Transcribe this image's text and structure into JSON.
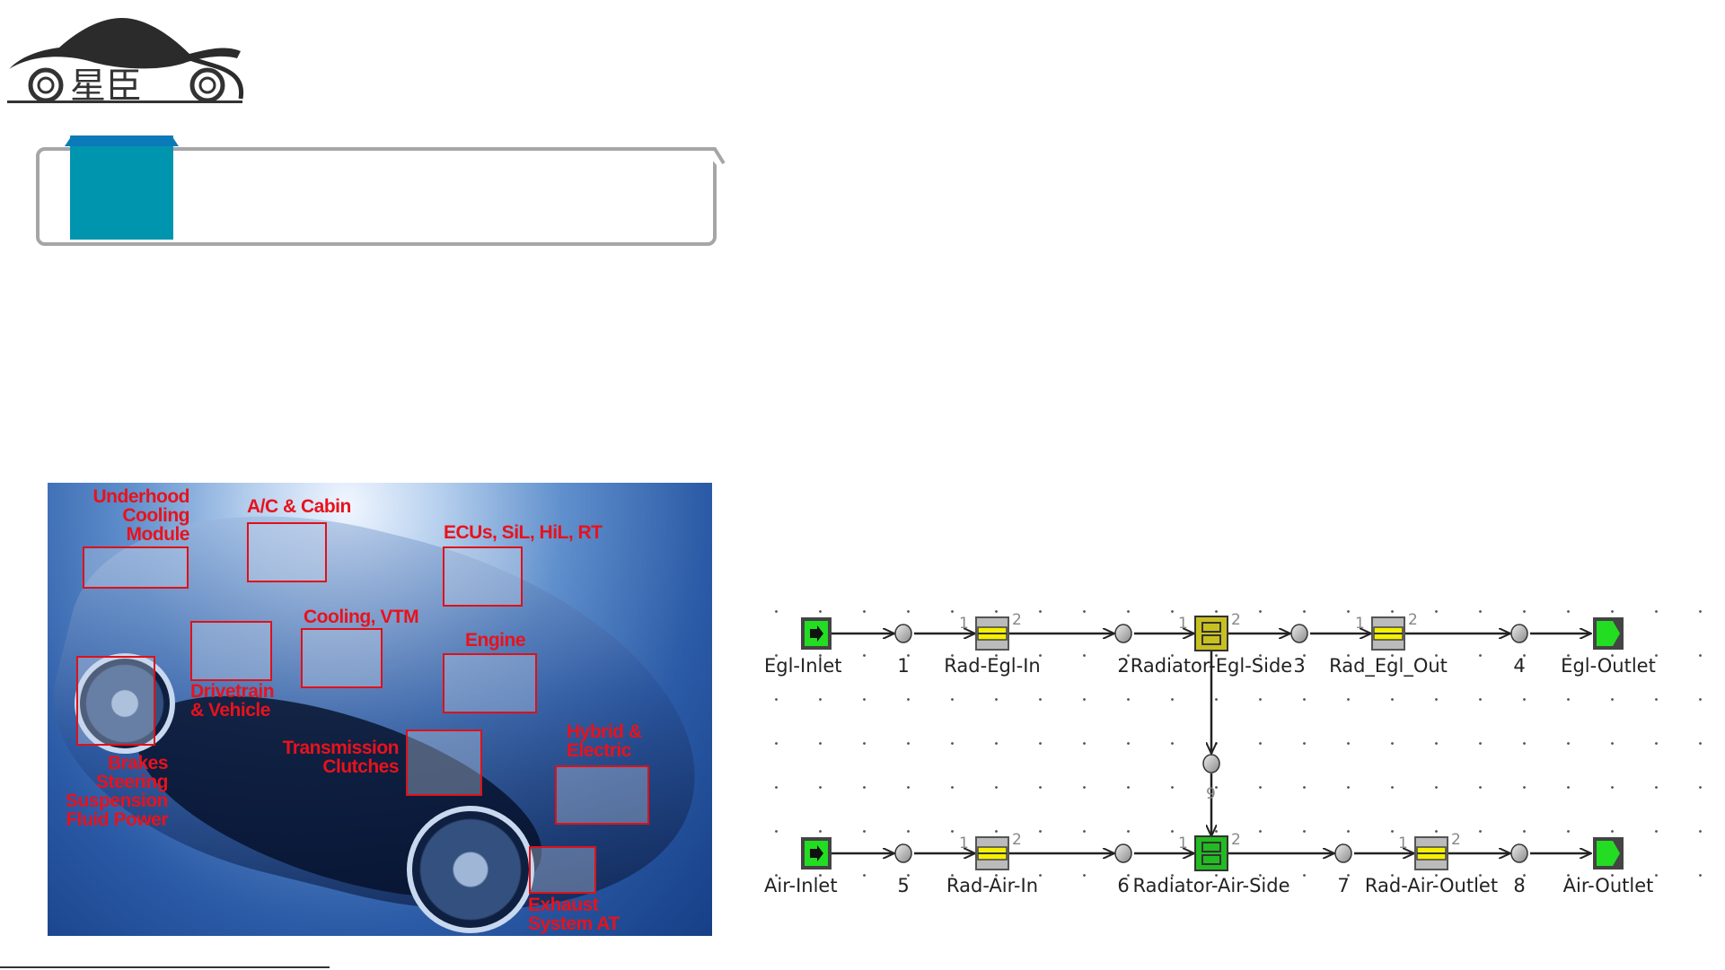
{
  "logo": {
    "text": "星臣"
  },
  "title_box": {
    "accent_color": "#0095ae"
  },
  "car_image": {
    "labels": {
      "underhood": "Underhood\nCooling\nModule",
      "ac_cabin": "A/C & Cabin",
      "ecus": "ECUs, SiL, HiL, RT",
      "cooling_vtm": "Cooling, VTM",
      "engine": "Engine",
      "drivetrain": "Drivetrain\n& Vehicle",
      "transmission": "Transmission\nClutches",
      "brakes": "Brakes\nSteering\nSuspension\nFluid Power",
      "hybrid": "Hybrid &\nElectric",
      "exhaust": "Exhaust\nSystem AT"
    },
    "label_color": "#e8121c"
  },
  "diagram": {
    "top_row": {
      "inlet": "Egl-Inlet",
      "node1": "1",
      "rad_in": "Rad-Egl-In",
      "node2": "2",
      "radiator": "Radiator-Egl-Side",
      "node3": "3",
      "rad_out": "Rad_Egl_Out",
      "node4": "4",
      "outlet": "Egl-Outlet"
    },
    "bottom_row": {
      "inlet": "Air-Inlet",
      "node5": "5",
      "rad_in": "Rad-Air-In",
      "node6": "6",
      "radiator": "Radiator-Air-Side",
      "node7": "7",
      "rad_out": "Rad-Air-Outlet",
      "node8": "8",
      "outlet": "Air-Outlet"
    },
    "port_in": "1",
    "port_out": "2",
    "middle_node": "9"
  }
}
